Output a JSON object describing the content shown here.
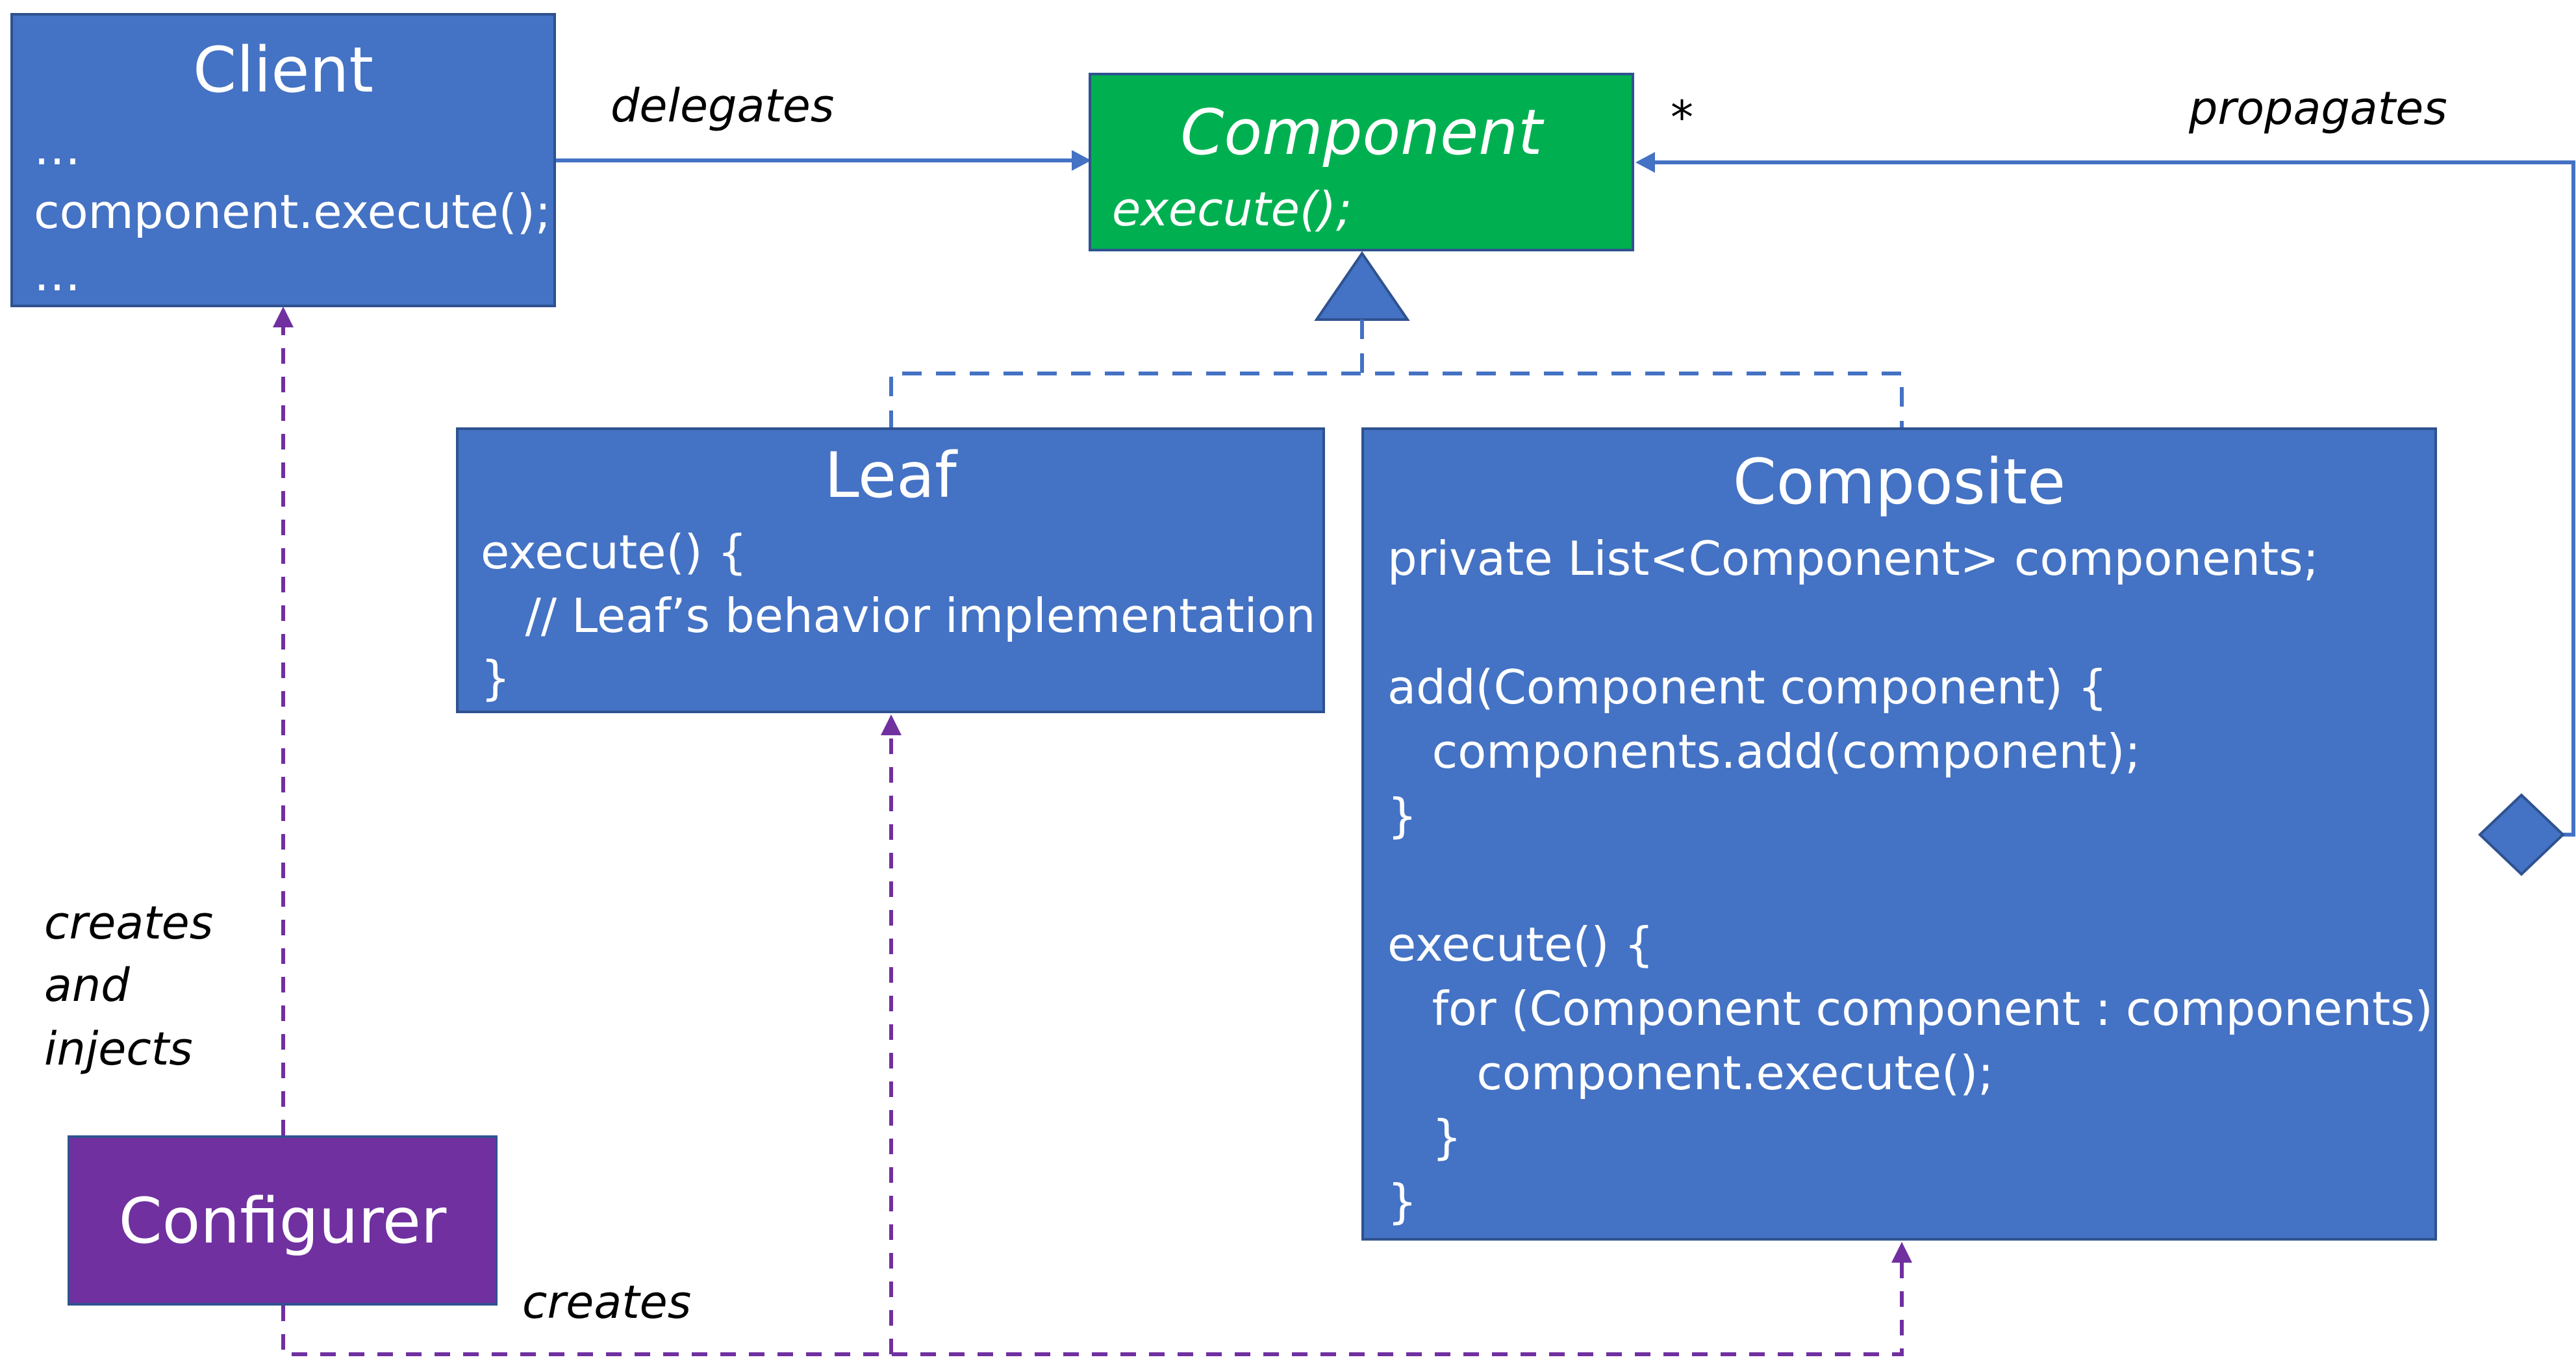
{
  "client": {
    "title": "Client",
    "lines": [
      "…",
      "component.execute();",
      "…"
    ]
  },
  "component": {
    "title": "Component",
    "method": "execute();"
  },
  "leaf": {
    "title": "Leaf",
    "lines": [
      "execute() {",
      "   // Leaf’s behavior implementation",
      "}"
    ]
  },
  "composite": {
    "title": "Composite",
    "lines": [
      "private List<Component> components;",
      "",
      "add(Component component) {",
      "   components.add(component);",
      "}",
      "",
      "execute() {",
      "   for (Component component : components) {",
      "      component.execute();",
      "   }",
      "}"
    ]
  },
  "configurer": {
    "title": "Configurer"
  },
  "labels": {
    "delegates": "delegates",
    "multiplicity": "*",
    "propagates": "propagates",
    "creates_and_injects": [
      "creates",
      "and",
      "injects"
    ],
    "creates": "creates"
  },
  "colors": {
    "blue_box": "#4472c4",
    "green_box": "#00b050",
    "purple_box": "#7030a0",
    "blue_line": "#4472c4",
    "purple_line": "#7030a0"
  }
}
